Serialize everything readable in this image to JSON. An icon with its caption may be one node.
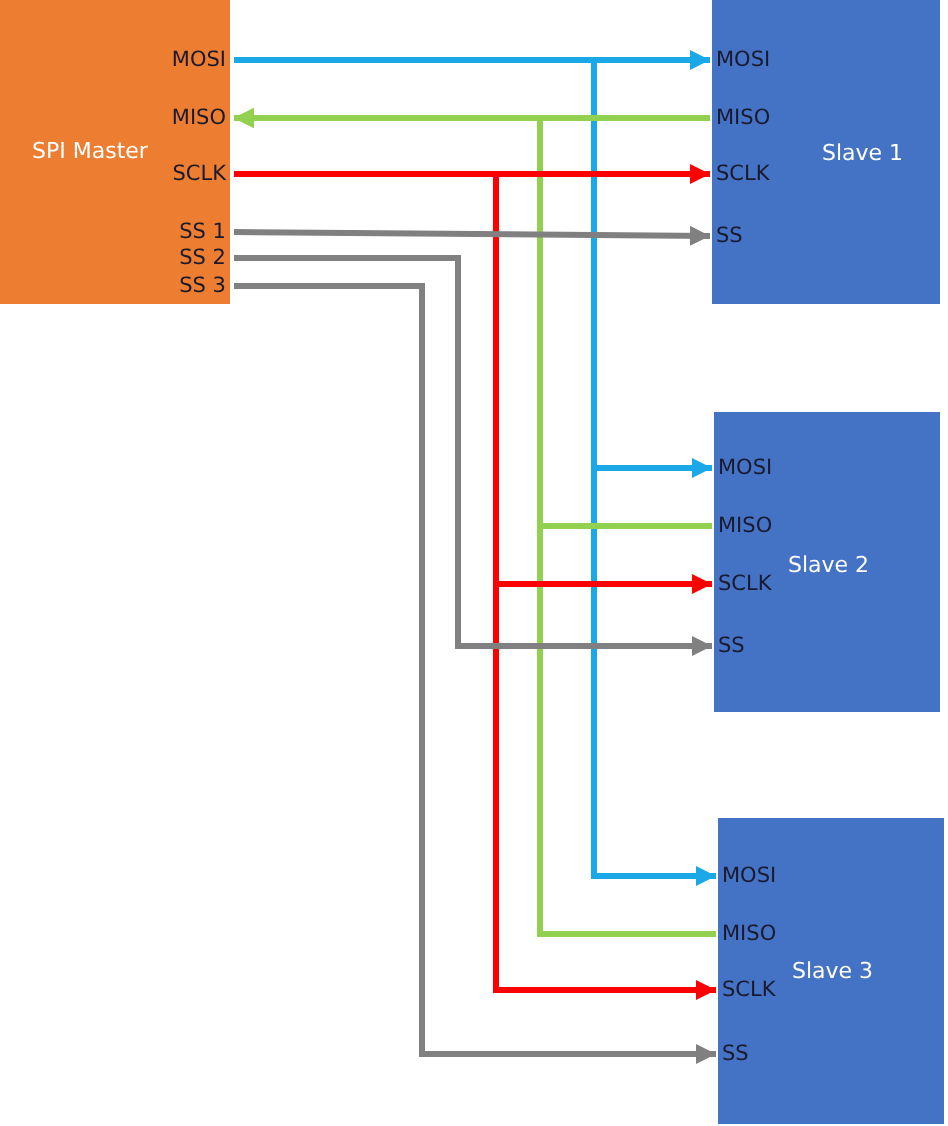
{
  "diagram": {
    "nodes": [
      {
        "text": [
          "SPI Master"
        ]
      },
      {
        "text": [
          "MOSI"
        ],
        "in": 0
      },
      {
        "text": [
          "MISO"
        ],
        "in": 0
      },
      {
        "text": [
          "SCLK"
        ],
        "in": 0
      },
      {
        "text": [
          "SS 1"
        ],
        "in": 0
      },
      {
        "text": [
          "SS 2"
        ],
        "in": 0
      },
      {
        "text": [
          "SS 3"
        ],
        "in": 0
      },
      {
        "text": [
          "Slave 1"
        ]
      },
      {
        "text": [
          "MOSI"
        ],
        "in": 7
      },
      {
        "text": [
          "MISO"
        ],
        "in": 7
      },
      {
        "text": [
          "SCLK"
        ],
        "in": 7
      },
      {
        "text": [
          "SS"
        ],
        "in": 7
      },
      {
        "text": [
          "Slave 2"
        ]
      },
      {
        "text": [
          "MOSI"
        ],
        "in": 12
      },
      {
        "text": [
          "MISO"
        ],
        "in": 12
      },
      {
        "text": [
          "SCLK"
        ],
        "in": 12
      },
      {
        "text": [
          "SS"
        ],
        "in": 12
      },
      {
        "text": [
          "Slave 3"
        ]
      },
      {
        "text": [
          "MOSI"
        ],
        "in": 17
      },
      {
        "text": [
          "MISO"
        ],
        "in": 17
      },
      {
        "text": [
          "SCLK"
        ],
        "in": 17
      },
      {
        "text": [
          "SS"
        ],
        "in": 17
      }
    ],
    "edges": [
      {
        "from": 1,
        "to": 8,
        "arrow": "to",
        "color": "#1aa8e6"
      },
      {
        "from": 1,
        "to": 13,
        "arrow": "to",
        "color": "#1aa8e6"
      },
      {
        "from": 1,
        "to": 18,
        "arrow": "to",
        "color": "#1aa8e6"
      },
      {
        "from": 9,
        "to": 2,
        "arrow": "to",
        "color": "#92d050"
      },
      {
        "from": 14,
        "to": 2,
        "arrow": "to",
        "color": "#92d050"
      },
      {
        "from": 19,
        "to": 2,
        "arrow": "to",
        "color": "#92d050"
      },
      {
        "from": 3,
        "to": 10,
        "arrow": "to",
        "color": "#ff0000"
      },
      {
        "from": 3,
        "to": 15,
        "arrow": "to",
        "color": "#ff0000"
      },
      {
        "from": 3,
        "to": 20,
        "arrow": "to",
        "color": "#ff0000"
      },
      {
        "from": 4,
        "to": 11,
        "arrow": "to",
        "color": "#808080"
      },
      {
        "from": 5,
        "to": 16,
        "arrow": "to",
        "color": "#808080"
      },
      {
        "from": 6,
        "to": 21,
        "arrow": "to",
        "color": "#808080"
      }
    ]
  }
}
